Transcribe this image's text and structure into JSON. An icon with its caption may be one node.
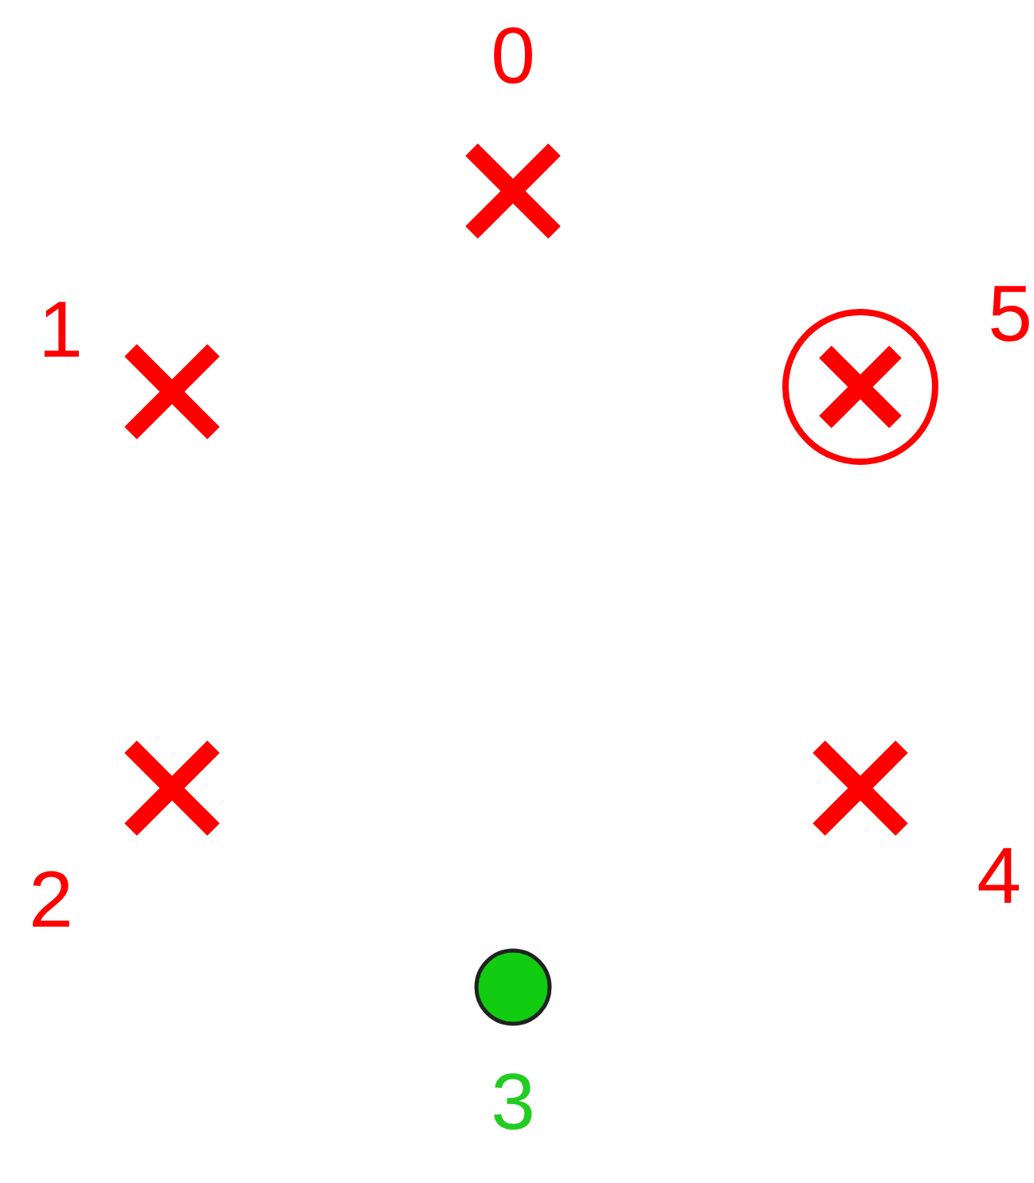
{
  "diagram": {
    "nodes": [
      {
        "text": [],
        "shape": "cross",
        "beside": [
          "0"
        ]
      },
      {
        "text": [],
        "shape": "cross",
        "beside": [
          "1"
        ]
      },
      {
        "text": [],
        "shape": "cross",
        "beside": [
          "2"
        ]
      },
      {
        "text": [],
        "shape": "circle",
        "beside": [
          "3"
        ]
      },
      {
        "text": [],
        "shape": "cross",
        "beside": [
          "4"
        ]
      },
      {
        "text": [],
        "shape": "circled-cross",
        "beside": [
          "5"
        ]
      }
    ]
  }
}
